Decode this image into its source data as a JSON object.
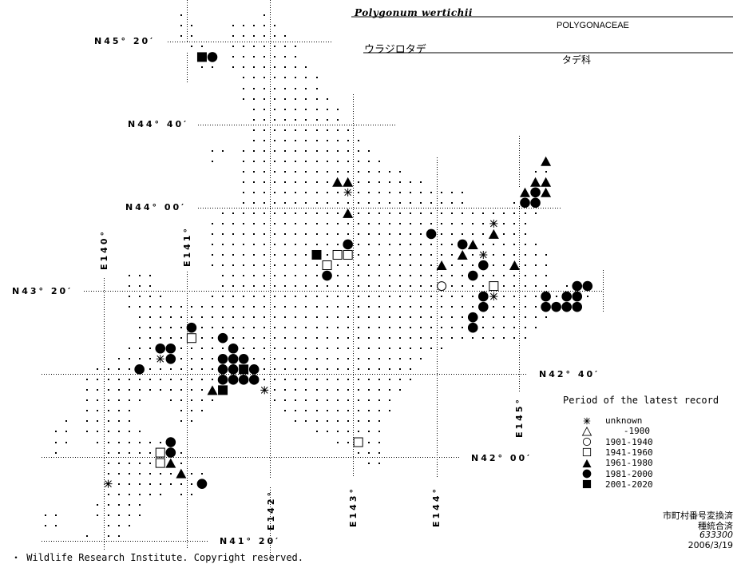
{
  "header": {
    "scientific_name": "Polygonum wertichii",
    "family": "POLYGONACEAE",
    "japanese_name": "ウラジロタデ",
    "japanese_family": "タデ科"
  },
  "latitude_labels": [
    "N45° 20′",
    "N44° 40′",
    "N44° 00′",
    "N43° 20′",
    "N42° 40′",
    "N42° 00′",
    "N41° 20′"
  ],
  "longitude_labels": [
    "E140°",
    "E141°",
    "E142°",
    "E143°",
    "E144°",
    "E145°"
  ],
  "legend": {
    "title": "Period of the latest record",
    "items": [
      {
        "symbol": "asterisk",
        "label": "unknown"
      },
      {
        "symbol": "open-triangle",
        "label": "-1900"
      },
      {
        "symbol": "open-circle",
        "label": "1901-1940"
      },
      {
        "symbol": "open-square",
        "label": "1941-1960"
      },
      {
        "symbol": "filled-triangle",
        "label": "1961-1980"
      },
      {
        "symbol": "filled-circle",
        "label": "1981-2000"
      },
      {
        "symbol": "filled-square",
        "label": "2001-2020"
      }
    ]
  },
  "meta": {
    "line1": "市町村番号変換済",
    "line2": "種統合済",
    "code": "633300",
    "date": "2006/3/19"
  },
  "footer": {
    "copyright": "・ Wildlife Research Institute. Copyright reserved."
  }
}
